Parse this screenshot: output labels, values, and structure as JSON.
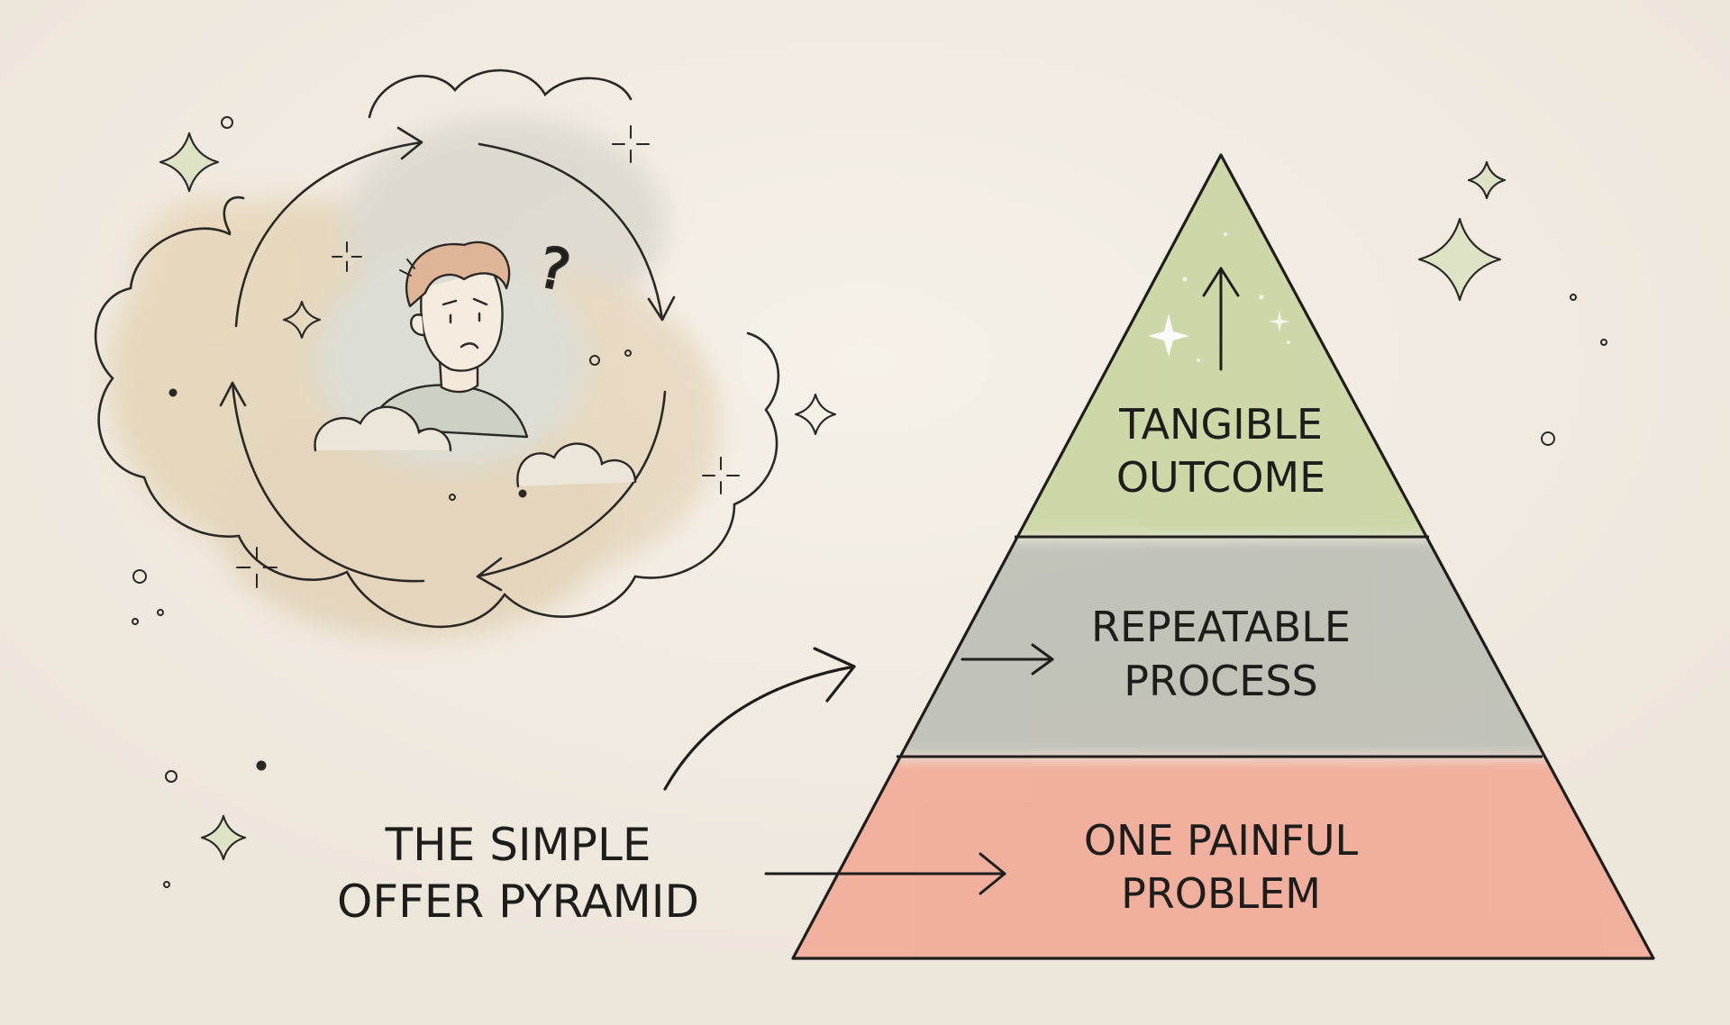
{
  "palette": {
    "background": "#f1ebe2",
    "ink": "#1d1d1b",
    "tier_top": "#c4d29a",
    "tier_middle": "#b9bbb2",
    "tier_bottom": "#f2a693",
    "cloud_wash": "#e2d3b8",
    "sparkle_fill": "#dfe3c6"
  },
  "caption": {
    "line1": "THE SIMPLE",
    "line2": "OFFER PYRAMID"
  },
  "pyramid": {
    "top": {
      "line1": "TANGIBLE",
      "line2": "OUTCOME"
    },
    "middle": {
      "line1": "REPEATABLE",
      "line2": "PROCESS"
    },
    "bottom": {
      "line1": "ONE PAINFUL",
      "line2": "PROBLEM"
    }
  },
  "illustration": {
    "figure": "confused-person-icon",
    "mark": "?"
  }
}
